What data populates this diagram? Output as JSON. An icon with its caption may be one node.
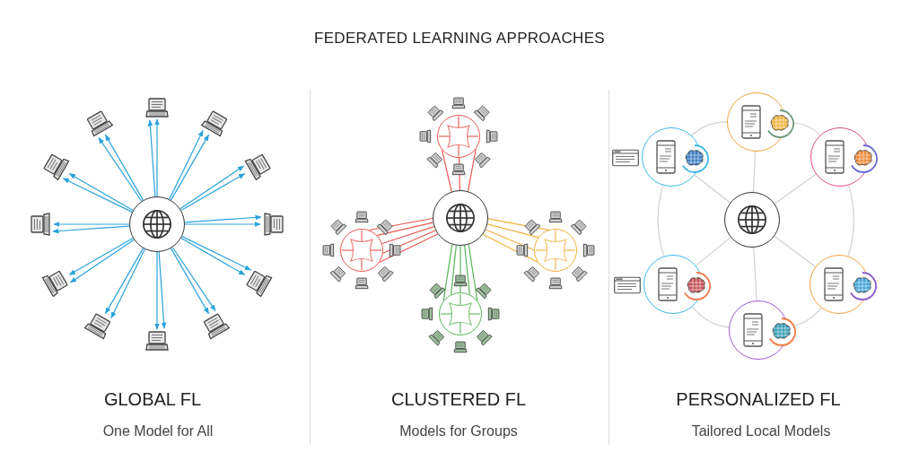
{
  "diagram": {
    "title": "FEDERATED LEARNING APPROACHES",
    "nodes": [
      {
        "text": [],
        "shape": "circle"
      },
      {
        "text": [],
        "shape": "laptop"
      },
      {
        "text": [],
        "shape": "laptop"
      },
      {
        "text": [],
        "shape": "laptop"
      },
      {
        "text": [],
        "shape": "laptop"
      },
      {
        "text": [],
        "shape": "laptop"
      },
      {
        "text": [],
        "shape": "laptop"
      },
      {
        "text": [],
        "shape": "laptop"
      },
      {
        "text": [],
        "shape": "laptop"
      },
      {
        "text": [],
        "shape": "laptop"
      },
      {
        "text": [],
        "shape": "laptop"
      },
      {
        "text": [],
        "shape": "laptop"
      },
      {
        "text": [],
        "shape": "laptop"
      },
      {
        "text": [],
        "shape": "circle"
      },
      {
        "text": [],
        "shape": "circle"
      },
      {
        "text": [],
        "shape": "circle"
      },
      {
        "text": [],
        "shape": "circle"
      },
      {
        "text": [],
        "shape": "circle"
      },
      {
        "text": [],
        "shape": "circle"
      },
      {
        "text": [],
        "shape": "circle"
      },
      {
        "text": [],
        "shape": "circle"
      },
      {
        "text": [],
        "shape": "circle"
      },
      {
        "text": [],
        "shape": "circle"
      },
      {
        "text": [],
        "shape": "circle"
      },
      {
        "text": [],
        "shape": "circle"
      }
    ],
    "edges": [
      {
        "from": 0,
        "to": 1,
        "arrow": "to"
      },
      {
        "from": 0,
        "to": 2,
        "arrow": "to"
      },
      {
        "from": 0,
        "to": 2,
        "arrow": "to"
      },
      {
        "from": 0,
        "to": 3,
        "arrow": "to"
      },
      {
        "from": 0,
        "to": 3,
        "arrow": "to"
      },
      {
        "from": 0,
        "to": 4,
        "arrow": "to"
      },
      {
        "from": 0,
        "to": 4,
        "arrow": "to"
      },
      {
        "from": 0,
        "to": 5,
        "arrow": "to"
      },
      {
        "from": 0,
        "to": 5,
        "arrow": "to"
      },
      {
        "from": 0,
        "to": 6,
        "arrow": "to"
      },
      {
        "from": 0,
        "to": 6,
        "arrow": "to"
      },
      {
        "from": 0,
        "to": 7,
        "arrow": "to"
      },
      {
        "from": 0,
        "to": 7,
        "arrow": "to"
      },
      {
        "from": 0,
        "to": 8,
        "arrow": "to"
      },
      {
        "from": 0,
        "to": 8,
        "arrow": "to"
      },
      {
        "from": 0,
        "to": 9,
        "arrow": "to"
      },
      {
        "from": 0,
        "to": 9,
        "arrow": "to"
      },
      {
        "from": 0,
        "to": 10,
        "arrow": "to"
      },
      {
        "from": 0,
        "to": 10,
        "arrow": "to"
      },
      {
        "from": 0,
        "to": 11,
        "arrow": "to"
      },
      {
        "from": 0,
        "to": 11,
        "arrow": "to"
      },
      {
        "from": 0,
        "to": 12,
        "arrow": "to"
      },
      {
        "from": 0,
        "to": 12,
        "arrow": "to"
      },
      {
        "from": 0,
        "to": 1,
        "arrow": "to"
      },
      {
        "from": 13,
        "to": 14,
        "arrow": "none",
        "color": "#e8574f"
      },
      {
        "from": 13,
        "to": 14,
        "arrow": "none",
        "color": "#e8574f"
      },
      {
        "from": 13,
        "to": 14,
        "arrow": "none",
        "color": "#e8574f"
      },
      {
        "from": 13,
        "to": 15,
        "arrow": "none",
        "color": "#e8574f"
      },
      {
        "from": 13,
        "to": 15,
        "arrow": "none",
        "color": "#e8574f"
      },
      {
        "from": 13,
        "to": 15,
        "arrow": "none",
        "color": "#e8574f"
      },
      {
        "from": 13,
        "to": 15,
        "arrow": "none",
        "color": "#e8574f"
      },
      {
        "from": 13,
        "to": 15,
        "arrow": "none",
        "color": "#e8574f"
      },
      {
        "from": 13,
        "to": 16,
        "arrow": "none",
        "color": "#f2b13c"
      },
      {
        "from": 13,
        "to": 16,
        "arrow": "none",
        "color": "#f2b13c"
      },
      {
        "from": 13,
        "to": 16,
        "arrow": "none",
        "color": "#f2b13c"
      },
      {
        "from": 13,
        "to": 16,
        "arrow": "none",
        "color": "#f2b13c"
      },
      {
        "from": 13,
        "to": 17,
        "arrow": "none",
        "color": "#5bb55b"
      },
      {
        "from": 13,
        "to": 17,
        "arrow": "none",
        "color": "#5bb55b"
      },
      {
        "from": 13,
        "to": 17,
        "arrow": "none",
        "color": "#5bb55b"
      },
      {
        "from": 13,
        "to": 17,
        "arrow": "none",
        "color": "#5bb55b"
      },
      {
        "from": 13,
        "to": 17,
        "arrow": "none",
        "color": "#5bb55b"
      },
      {
        "from": 18,
        "to": 19,
        "arrow": "none",
        "color": "#d0d0d0"
      },
      {
        "from": 18,
        "to": 20,
        "arrow": "none",
        "color": "#d0d0d0"
      },
      {
        "from": 18,
        "to": 21,
        "arrow": "none",
        "color": "#d0d0d0"
      },
      {
        "from": 18,
        "to": 22,
        "arrow": "none",
        "color": "#d0d0d0"
      },
      {
        "from": 18,
        "to": 23,
        "arrow": "none",
        "color": "#d0d0d0"
      },
      {
        "from": 18,
        "to": 24,
        "arrow": "none",
        "color": "#d0d0d0"
      },
      {
        "from": 20,
        "to": 19,
        "arrow": "none",
        "color": "#d0d0d0"
      },
      {
        "from": 19,
        "to": 21,
        "arrow": "none",
        "color": "#d0d0d0"
      },
      {
        "from": 21,
        "to": 23,
        "arrow": "none",
        "color": "#d0d0d0"
      },
      {
        "from": 23,
        "to": 24,
        "arrow": "none",
        "color": "#d0d0d0"
      },
      {
        "from": 24,
        "to": 22,
        "arrow": "none",
        "color": "#d0d0d0"
      },
      {
        "from": 22,
        "to": 20,
        "arrow": "none",
        "color": "#d0d0d0"
      }
    ],
    "labels": [
      "GLOBAL FL",
      "One Model for All",
      "CLUSTERED FL",
      "Models for Groups",
      "PERSONALIZED FL",
      "Tailored Local Models"
    ]
  }
}
